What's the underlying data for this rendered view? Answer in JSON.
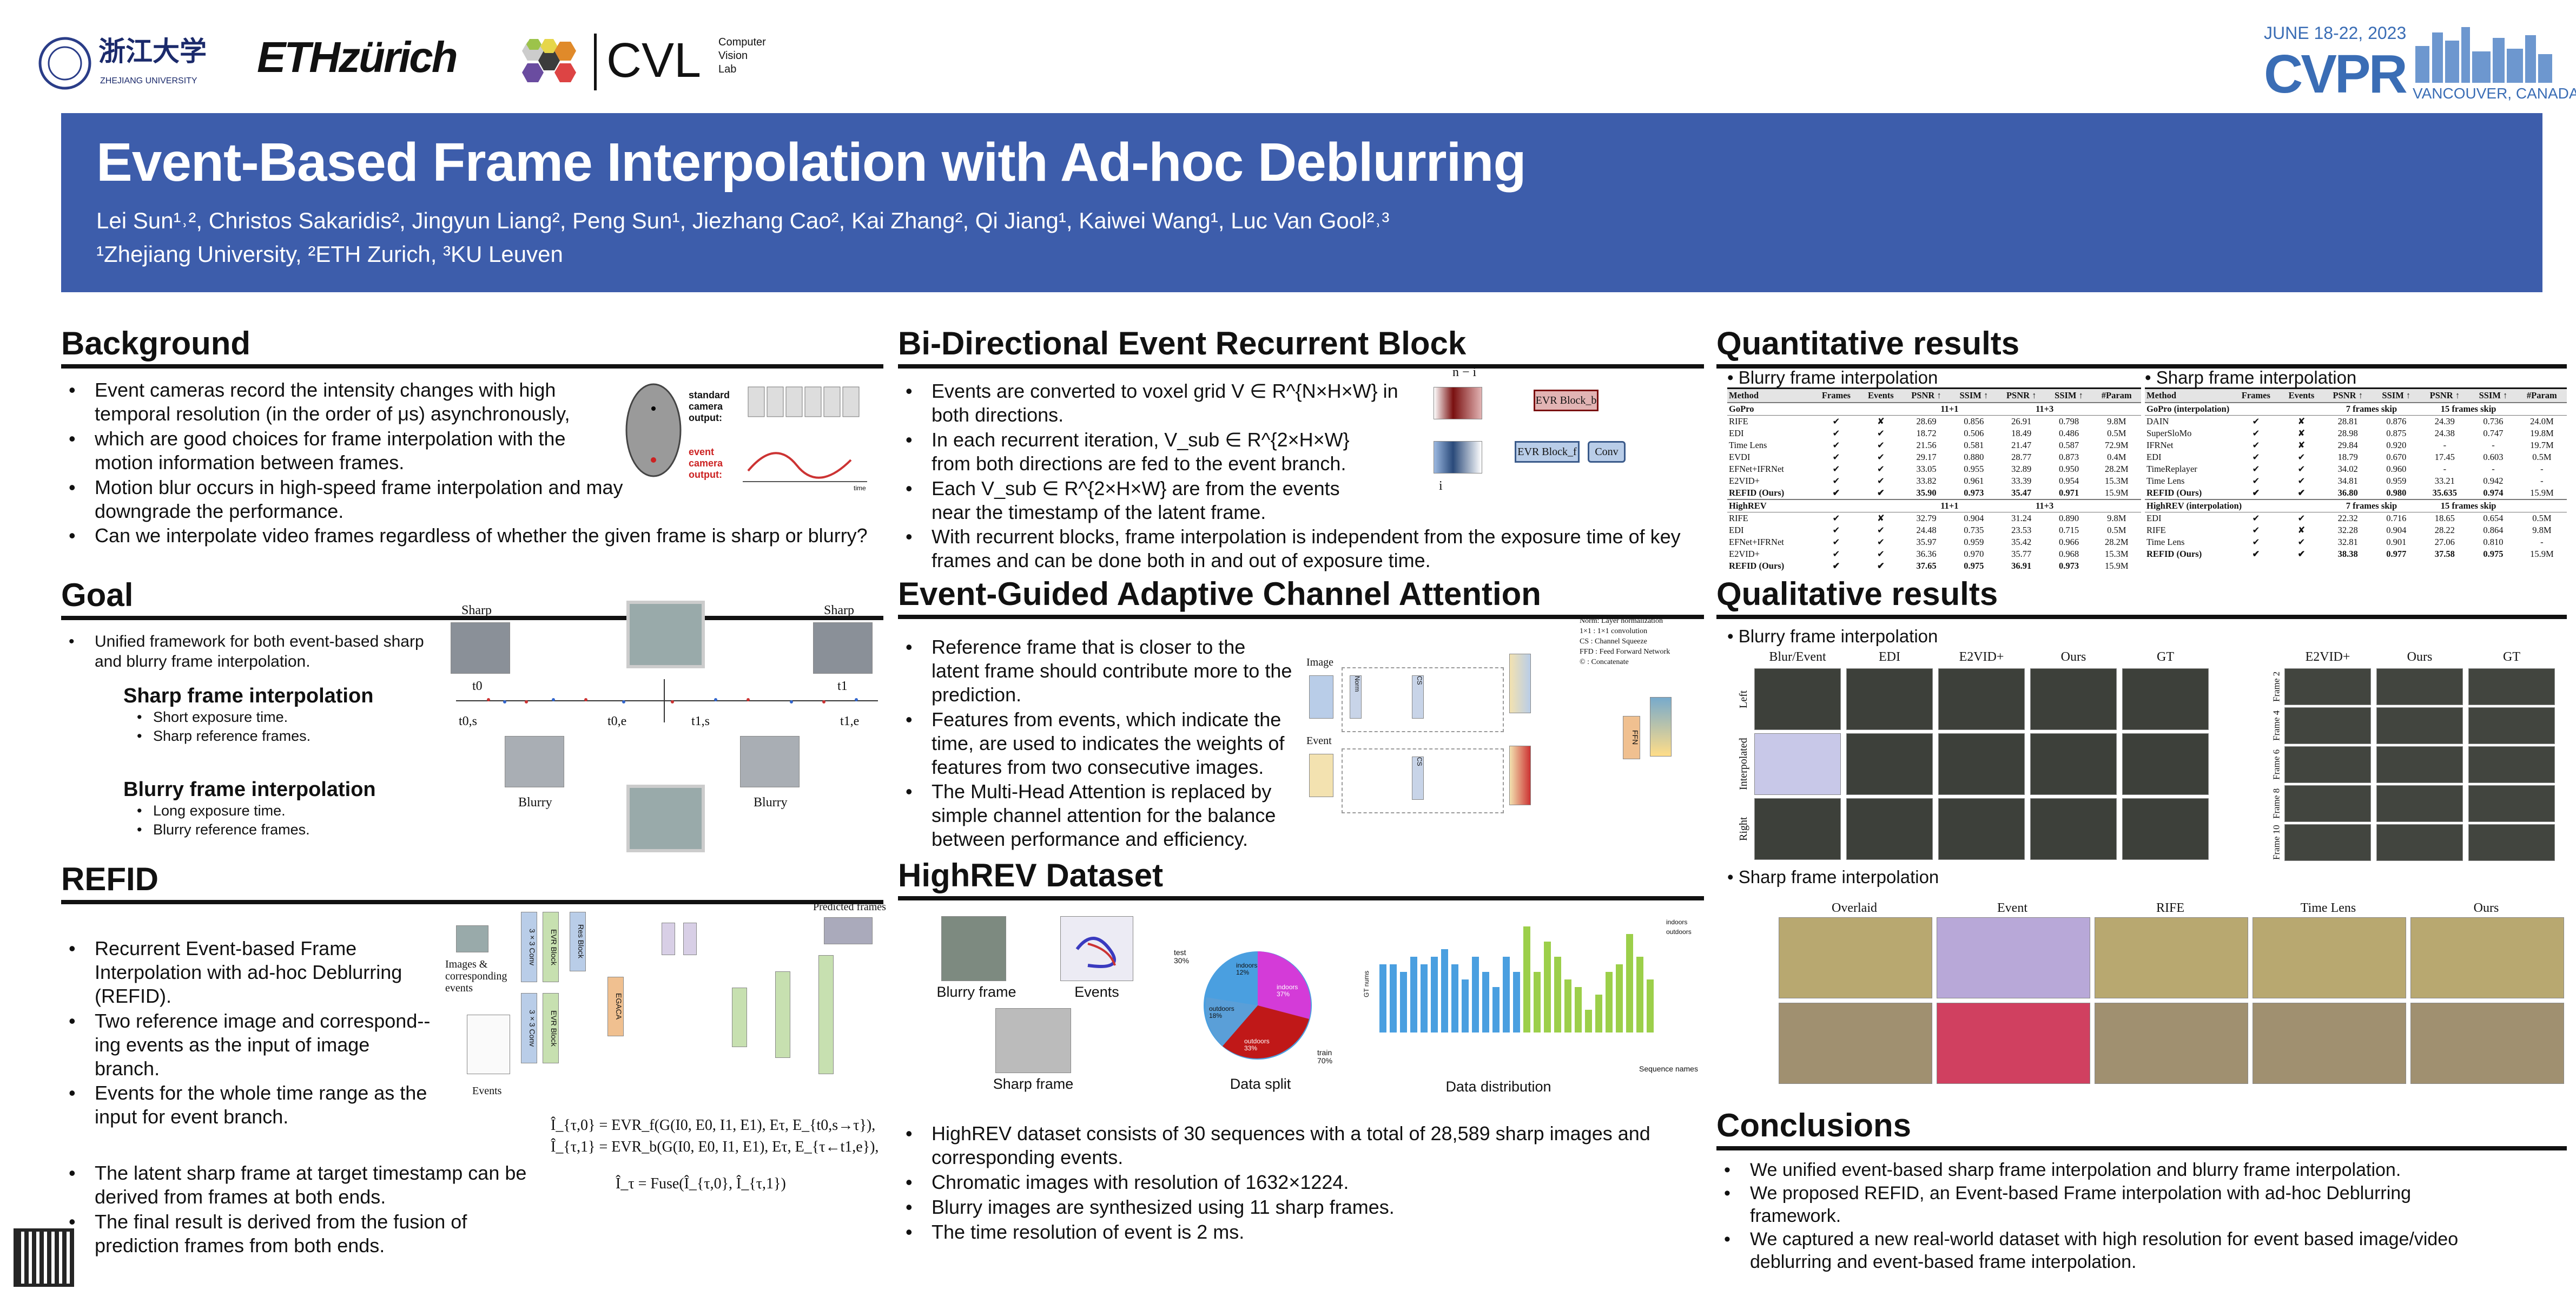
{
  "header": {
    "logos": {
      "zju": "ZHEJIANG UNIVERSITY",
      "eth": "ETHzürich",
      "cvl": "CVL",
      "cvl_sub": [
        "Computer",
        "Vision",
        "Lab"
      ],
      "cvpr_date": "JUNE 18-22, 2023",
      "cvpr": "CVPR",
      "cvpr_place": "VANCOUVER, CANADA"
    },
    "title": "Event-Based Frame Interpolation with Ad-hoc Deblurring",
    "authors": "Lei Sun¹˒², Christos Sakaridis², Jingyun Liang²,  Peng Sun¹, Jiezhang Cao², Kai Zhang², Qi Jiang¹, Kaiwei Wang¹, Luc Van Gool²˒³",
    "affiliations": "¹Zhejiang University, ²ETH Zurich, ³KU Leuven"
  },
  "background": {
    "title": "Background",
    "bullets": [
      "Event cameras record the intensity changes with high temporal resolution (in the order of μs) asynchronously,",
      "which are good choices for frame interpolation with the motion information between frames.",
      "Motion blur occurs in high-speed frame interpolation and may downgrade the performance.",
      "Can we interpolate video frames regardless of whether the given frame is sharp or blurry?"
    ],
    "figure": {
      "standard": "standard camera output:",
      "event": "event camera output:",
      "time": "time"
    }
  },
  "goal": {
    "title": "Goal",
    "bullet": "Unified framework for both event-based sharp and blurry frame interpolation.",
    "sharp": {
      "title": "Sharp frame interpolation",
      "items": [
        "Short exposure time.",
        "Sharp reference frames."
      ]
    },
    "blurry": {
      "title": "Blurry frame interpolation",
      "items": [
        "Long exposure time.",
        "Blurry reference frames."
      ]
    },
    "figure": {
      "sharp_l": "Sharp",
      "sharp_r": "Sharp",
      "blurry_l": "Blurry",
      "blurry_r": "Blurry",
      "t0": "t0",
      "t1": "t1",
      "t0s": "t0,s",
      "t0e": "t0,e",
      "t1s": "t1,s",
      "t1e": "t1,e"
    }
  },
  "refid": {
    "title": "REFID",
    "bullets": [
      "Recurrent Event-based Frame Interpolation with ad-hoc Deblurring (REFID).",
      "Two reference image and correspond--ing events as the input of image branch.",
      "Events for the whole time range as the input for event branch."
    ],
    "bullets2": [
      "The latent sharp frame at target timestamp can be derived from frames at both ends.",
      "The final result is derived from the fusion of prediction frames from both ends."
    ],
    "figure": {
      "images": "Images & corresponding events",
      "events": "Events",
      "predicted": "Predicted frames",
      "evr": "EVR Block",
      "conv3": "3×3 Conv",
      "res": "Res Block",
      "eca": "EGACA"
    },
    "equations": [
      "Î_{τ,0} = EVR_f(G(I0, E0, I1, E1), Eτ, E_{t0,s→τ}),",
      "Î_{τ,1} = EVR_b(G(I0, E0, I1, E1), Eτ, E_{τ←t1,e}),",
      "Î_τ = Fuse(Î_{τ,0}, Î_{τ,1})"
    ]
  },
  "bidir": {
    "title": "Bi-Directional Event Recurrent Block",
    "bullets": [
      "Events are converted to voxel grid V ∈ R^{N×H×W} in both directions.",
      "In each recurrent iteration, V_sub ∈ R^{2×H×W} from both directions are fed to the event branch.",
      "Each V_sub ∈ R^{2×H×W} are from the events near the timestamp of the latent frame.",
      "With recurrent blocks, frame interpolation is independent from the exposure time of key frames and can be done both in and out of exposure time."
    ],
    "figure": {
      "evr_b": "EVR Block_b",
      "evr_f": "EVR Block_f",
      "conv": "Conv",
      "n_i": "n − i",
      "i": "i"
    }
  },
  "egaca": {
    "title": "Event-Guided Adaptive Channel Attention",
    "bullets": [
      "Reference frame that is closer to the latent frame should contribute more to the prediction.",
      "Features from events, which indicate the time, are used to indicates the weights of features from two consecutive images.",
      "The Multi-Head Attention is replaced by simple channel attention for the balance between performance and efficiency."
    ],
    "figure": {
      "image": "Image",
      "event": "Event",
      "legend": [
        "Norm: Layer normalization",
        "1×1  : 1×1 convolution",
        "CS    : Channel Squeeze",
        "FFD  : Feed Forward Network",
        "©     : Concatenate"
      ],
      "ffn": "FFN",
      "cs": "CS",
      "norm": "Norm"
    }
  },
  "highrev": {
    "title": "HighREV Dataset",
    "captions": [
      "Blurry frame",
      "Events",
      "Sharp frame",
      "Data split",
      "Data distribution"
    ],
    "pie": {
      "labels": [
        "test 30%",
        "train 70%",
        "indoors 12%",
        "outdoors 18%",
        "indoors 37%",
        "outdoors 33%"
      ]
    },
    "dist_legend": [
      "indoors",
      "outdoors"
    ],
    "dist_xlabel": "Sequence names",
    "dist_ylabel": "GT nums",
    "bullets": [
      "HighREV dataset consists of 30 sequences with a total of 28,589 sharp images and corresponding events.",
      "Chromatic images with resolution of 1632×1224.",
      "Blurry images are synthesized using 11 sharp frames.",
      "The time resolution of event is 2 ms."
    ]
  },
  "quant": {
    "title": "Quantitative results",
    "blurry": {
      "title": "Blurry frame interpolation",
      "columns": [
        "Method",
        "Frames",
        "Events",
        "PSNR ↑",
        "SSIM ↑",
        "PSNR ↑",
        "SSIM ↑",
        "#Param"
      ],
      "groups": [
        {
          "name": "GoPro",
          "c1": "11+1",
          "c2": "11+3",
          "rows": [
            [
              "RIFE",
              "✔",
              "✘",
              "28.69",
              "0.856",
              "26.91",
              "0.798",
              "9.8M"
            ],
            [
              "EDI",
              "✔",
              "✔",
              "18.72",
              "0.506",
              "18.49",
              "0.486",
              "0.5M"
            ],
            [
              "Time Lens",
              "✔",
              "✔",
              "21.56",
              "0.581",
              "21.47",
              "0.587",
              "72.9M"
            ],
            [
              "EVDI",
              "✔",
              "✔",
              "29.17",
              "0.880",
              "28.77",
              "0.873",
              "0.4M"
            ],
            [
              "EFNet+IFRNet",
              "✔",
              "✔",
              "33.05",
              "0.955",
              "32.89",
              "0.950",
              "28.2M"
            ],
            [
              "E2VID+",
              "✔",
              "✔",
              "33.82",
              "0.961",
              "33.39",
              "0.954",
              "15.3M"
            ],
            [
              "REFID (Ours)",
              "✔",
              "✔",
              "35.90",
              "0.973",
              "35.47",
              "0.971",
              "15.9M"
            ]
          ]
        },
        {
          "name": "HighREV",
          "c1": "11+1",
          "c2": "11+3",
          "rows": [
            [
              "RIFE",
              "✔",
              "✘",
              "32.79",
              "0.904",
              "31.24",
              "0.890",
              "9.8M"
            ],
            [
              "EDI",
              "✔",
              "✔",
              "24.48",
              "0.735",
              "23.53",
              "0.715",
              "0.5M"
            ],
            [
              "EFNet+IFRNet",
              "✔",
              "✔",
              "35.97",
              "0.959",
              "35.42",
              "0.966",
              "28.2M"
            ],
            [
              "E2VID+",
              "✔",
              "✔",
              "36.36",
              "0.970",
              "35.77",
              "0.968",
              "15.3M"
            ],
            [
              "REFID (Ours)",
              "✔",
              "✔",
              "37.65",
              "0.975",
              "36.91",
              "0.973",
              "15.9M"
            ]
          ]
        }
      ]
    },
    "sharp": {
      "title": "Sharp frame interpolation",
      "columns": [
        "Method",
        "Frames",
        "Events",
        "PSNR ↑",
        "SSIM ↑",
        "PSNR ↑",
        "SSIM ↑",
        "#Param"
      ],
      "groups": [
        {
          "name": "GoPro (interpolation)",
          "c1": "7 frames skip",
          "c2": "15 frames skip",
          "rows": [
            [
              "DAIN",
              "✔",
              "✘",
              "28.81",
              "0.876",
              "24.39",
              "0.736",
              "24.0M"
            ],
            [
              "SuperSloMo",
              "✔",
              "✘",
              "28.98",
              "0.875",
              "24.38",
              "0.747",
              "19.8M"
            ],
            [
              "IFRNet",
              "✔",
              "✘",
              "29.84",
              "0.920",
              "-",
              "-",
              "19.7M"
            ],
            [
              "EDI",
              "✔",
              "✔",
              "18.79",
              "0.670",
              "17.45",
              "0.603",
              "0.5M"
            ],
            [
              "TimeReplayer",
              "✔",
              "✔",
              "34.02",
              "0.960",
              "-",
              "-",
              "-"
            ],
            [
              "Time Lens",
              "✔",
              "✔",
              "34.81",
              "0.959",
              "33.21",
              "0.942",
              "-"
            ],
            [
              "REFID (Ours)",
              "✔",
              "✔",
              "36.80",
              "0.980",
              "35.635",
              "0.974",
              "15.9M"
            ]
          ]
        },
        {
          "name": "HighREV (interpolation)",
          "c1": "7 frames skip",
          "c2": "15 frames skip",
          "rows": [
            [
              "EDI",
              "✔",
              "✔",
              "22.32",
              "0.716",
              "18.65",
              "0.654",
              "0.5M"
            ],
            [
              "RIFE",
              "✔",
              "✘",
              "32.28",
              "0.904",
              "28.22",
              "0.864",
              "9.8M"
            ],
            [
              "Time Lens",
              "✔",
              "✔",
              "32.81",
              "0.901",
              "27.06",
              "0.810",
              "-"
            ],
            [
              "REFID (Ours)",
              "✔",
              "✔",
              "38.38",
              "0.977",
              "37.58",
              "0.975",
              "15.9M"
            ]
          ]
        }
      ]
    }
  },
  "qual": {
    "title": "Qualitative results",
    "blurry": {
      "title": "Blurry frame interpolation",
      "cols_left": [
        "Blur/Event",
        "EDI",
        "E2VID+",
        "Ours",
        "GT"
      ],
      "cols_right": [
        "E2VID+",
        "Ours",
        "GT"
      ],
      "rows": [
        "Left",
        "Interpolated",
        "Right"
      ],
      "frames": [
        "Frame 2",
        "Frame 4",
        "Frame 6",
        "Frame 8",
        "Frame 10"
      ]
    },
    "sharp": {
      "title": "Sharp frame interpolation",
      "cols": [
        "Overlaid",
        "Event",
        "RIFE",
        "Time Lens",
        "Ours"
      ]
    }
  },
  "conclusions": {
    "title": "Conclusions",
    "bullets": [
      "We unified event-based sharp frame interpolation and blurry frame interpolation.",
      "We proposed REFID, an Event-based Frame interpolation with ad-hoc Deblurring framework.",
      "We captured a new real-world dataset with high resolution for event based image/video deblurring and event-based frame interpolation."
    ]
  },
  "colors": {
    "banner": "#3d5dab",
    "evr_b": "#e2b4b4",
    "evr_f": "#b9cde8",
    "chart_in": "#4a9fe0",
    "chart_out": "#9ccf4a"
  }
}
